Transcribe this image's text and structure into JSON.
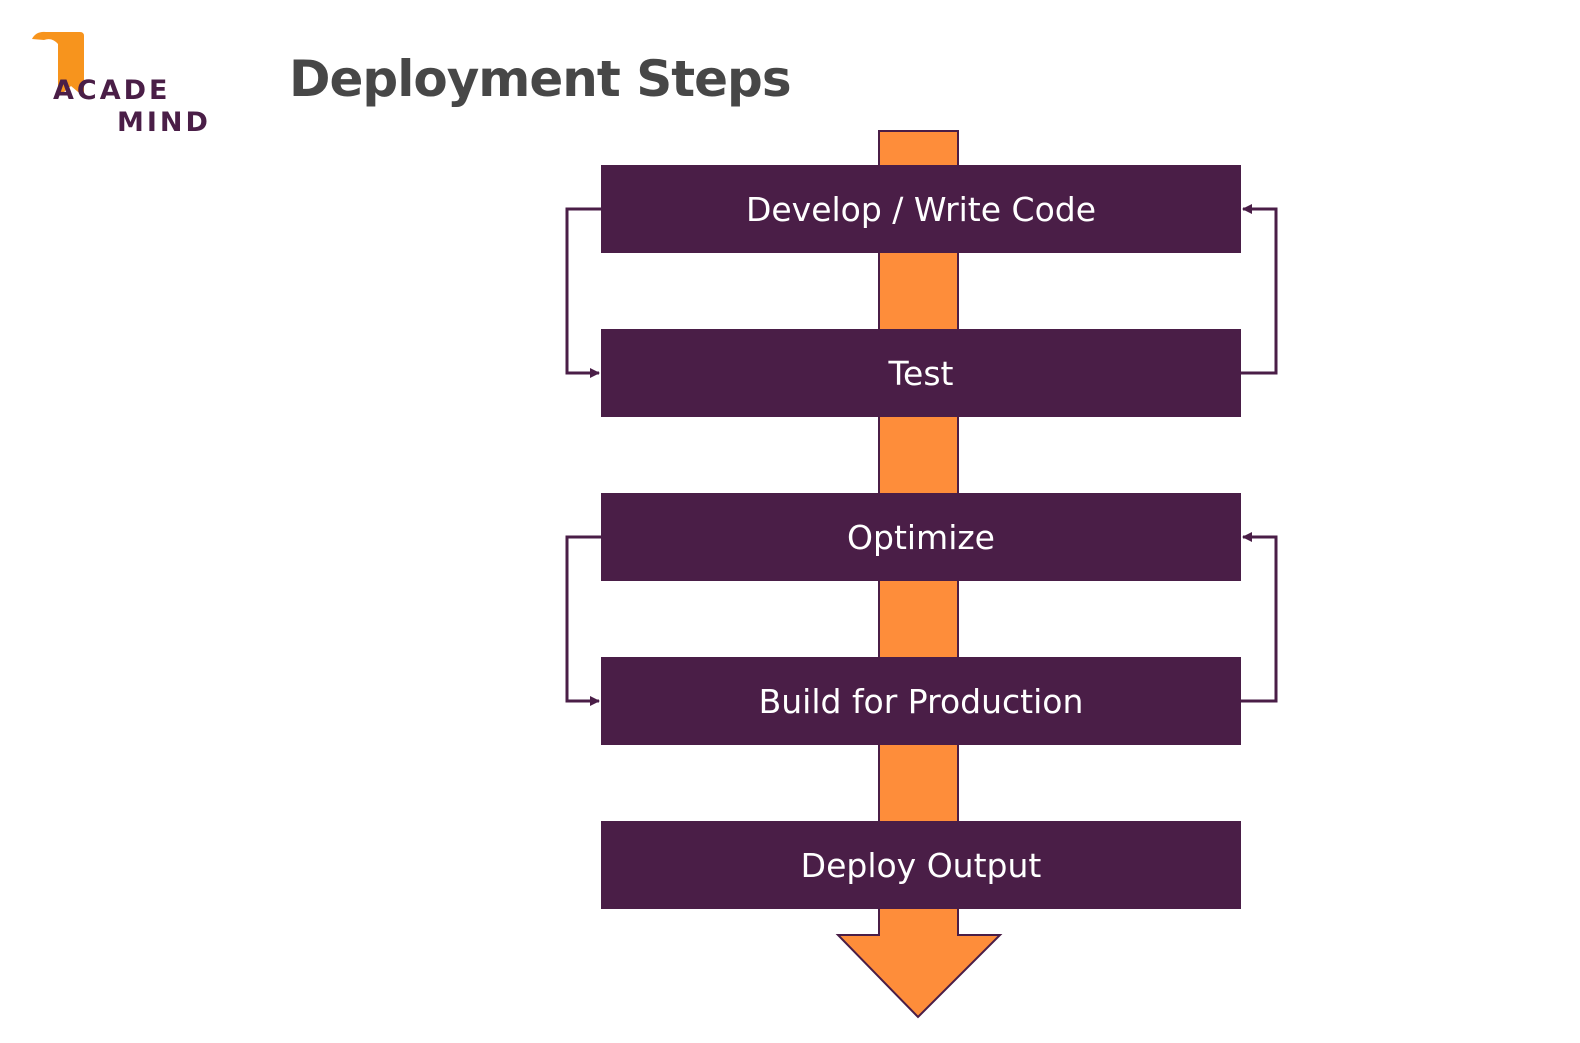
{
  "logo": {
    "line1": "ACADE",
    "line2": "MIND"
  },
  "title": "Deployment Steps",
  "steps": [
    {
      "label": "Develop / Write Code"
    },
    {
      "label": "Test"
    },
    {
      "label": "Optimize"
    },
    {
      "label": "Build for Production"
    },
    {
      "label": "Deploy Output"
    }
  ],
  "loops": [
    {
      "from_step": 1,
      "to_step": 2,
      "side": "left",
      "direction": "down"
    },
    {
      "from_step": 2,
      "to_step": 1,
      "side": "right",
      "direction": "up"
    },
    {
      "from_step": 3,
      "to_step": 4,
      "side": "left",
      "direction": "down"
    },
    {
      "from_step": 4,
      "to_step": 3,
      "side": "right",
      "direction": "up"
    }
  ],
  "colors": {
    "box": "#4a1e47",
    "arrow": "#fe8d3a",
    "title": "#474747",
    "box_text": "#ffffff"
  }
}
